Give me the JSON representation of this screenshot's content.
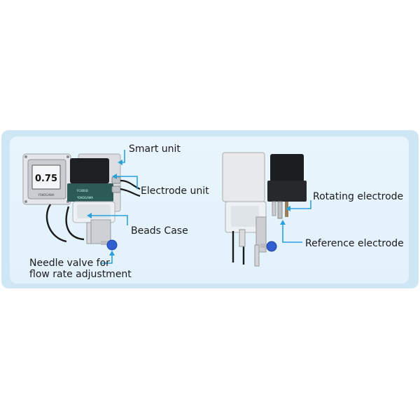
{
  "labels": {
    "smart_unit": "Smart unit",
    "electrode_unit": "Electrode unit",
    "beads_case": "Beads Case",
    "needle_valve_line1": "Needle valve for",
    "needle_valve_line2": "flow rate adjustment",
    "rotating_electrode": "Rotating electrode",
    "reference_electrode": "Reference electrode"
  },
  "display": {
    "reading": "0.75",
    "brand": "YOKOGAWA",
    "model": "FC800D"
  },
  "colors": {
    "leader_line": "#2aa1dc",
    "panel_outer": "#cfe6f5",
    "panel_inner": "#e6f3fb",
    "valve_knob": "#2f5fd0"
  }
}
